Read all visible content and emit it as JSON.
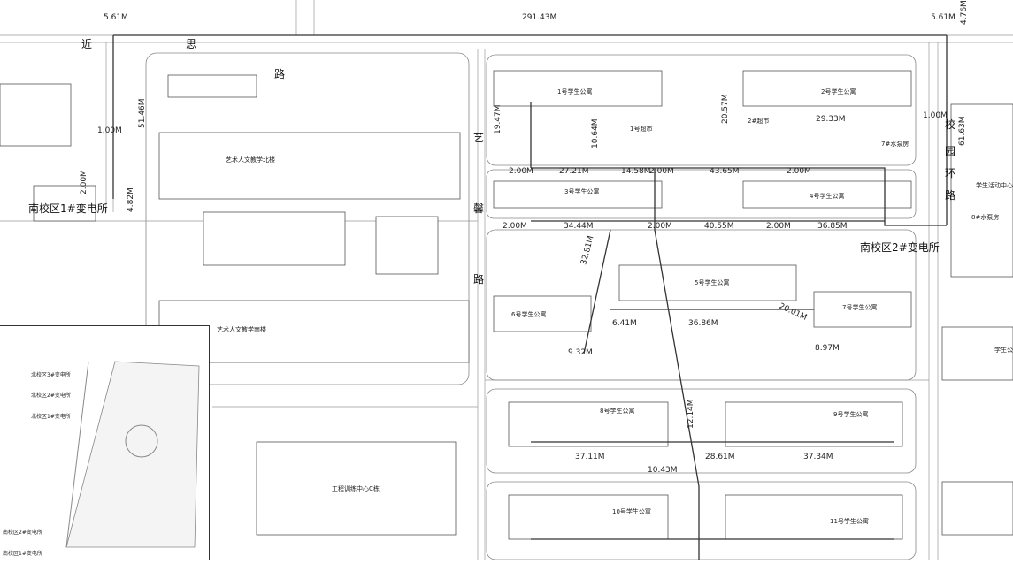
{
  "map": {
    "top_road_length": "291.43M",
    "dims_top": [
      "5.61M",
      "4.82M",
      "5.61M",
      "4.76M"
    ],
    "road_north_chars": [
      "近",
      "思",
      "路"
    ],
    "road_east_chars": [
      "校",
      "园",
      "环",
      "路"
    ],
    "road_mid_chars": [
      "艺",
      "馨",
      "路"
    ],
    "substations": [
      {
        "label": "南校区1#变电所"
      },
      {
        "label": "南校区2#变电所"
      }
    ],
    "academic": [
      {
        "label": "艺术人文教学北楼"
      },
      {
        "label": "艺术人文教学南楼"
      },
      {
        "label": "工程训练中心C栋"
      }
    ],
    "dorms": [
      {
        "label": "1号学生公寓"
      },
      {
        "label": "2号学生公寓"
      },
      {
        "label": "3号学生公寓"
      },
      {
        "label": "4号学生公寓"
      },
      {
        "label": "5号学生公寓"
      },
      {
        "label": "6号学生公寓"
      },
      {
        "label": "7号学生公寓"
      },
      {
        "label": "8号学生公寓"
      },
      {
        "label": "9号学生公寓"
      },
      {
        "label": "10号学生公寓"
      },
      {
        "label": "11号学生公寓"
      }
    ],
    "facilities": [
      {
        "label": "1号超市"
      },
      {
        "label": "2#超市"
      },
      {
        "label": "7#水泵房"
      },
      {
        "label": "8#水泵房"
      },
      {
        "label": "学生活动中心"
      },
      {
        "label": "学生公"
      }
    ],
    "pipe_dims": [
      "19.47M",
      "10.64M",
      "27.21M",
      "2.00M",
      "14.58M",
      "2.00M",
      "43.65M",
      "2.00M",
      "29.33M",
      "34.44M",
      "2.00M",
      "2.00M",
      "40.55M",
      "2.00M",
      "36.85M",
      "32.81M",
      "6.41M",
      "36.86M",
      "20.01M",
      "8.97M",
      "9.32M",
      "37.11M",
      "28.61M",
      "37.34M",
      "10.43M",
      "20.57M",
      "51.46M",
      "1.00M",
      "2.00M",
      "61.63M",
      "1.00M",
      "12.14M"
    ],
    "inset": {
      "labels": [
        "北校区3#变电所",
        "北校区2#变电所",
        "北校区1#变电所",
        "南校区2#变电所",
        "南校区1#变电所"
      ]
    }
  }
}
